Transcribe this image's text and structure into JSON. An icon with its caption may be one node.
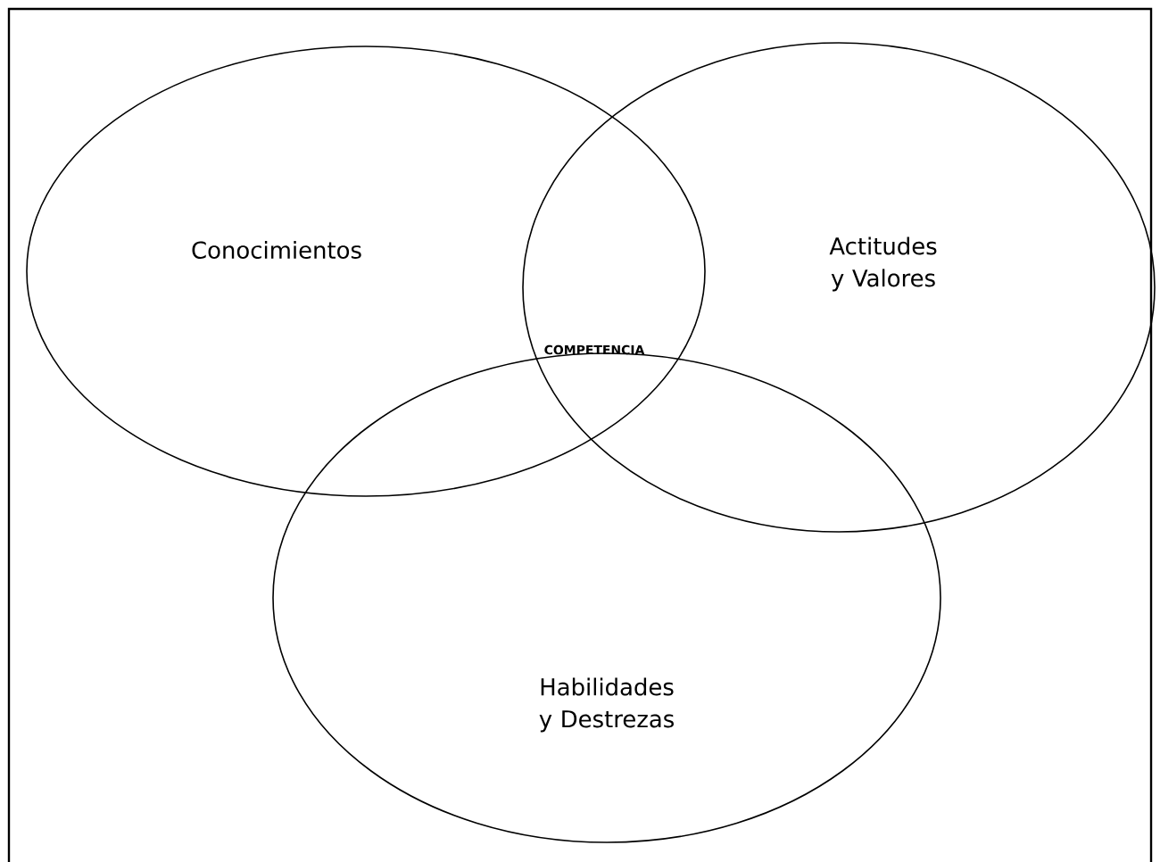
{
  "diagram": {
    "nodes": [
      {
        "text": [
          "Conocimientos"
        ]
      },
      {
        "text": [
          "Actitudes y Valores"
        ]
      },
      {
        "text": [
          "Habilidades y Destrezas"
        ]
      }
    ],
    "labels": [
      "COMPETENCIA"
    ]
  }
}
